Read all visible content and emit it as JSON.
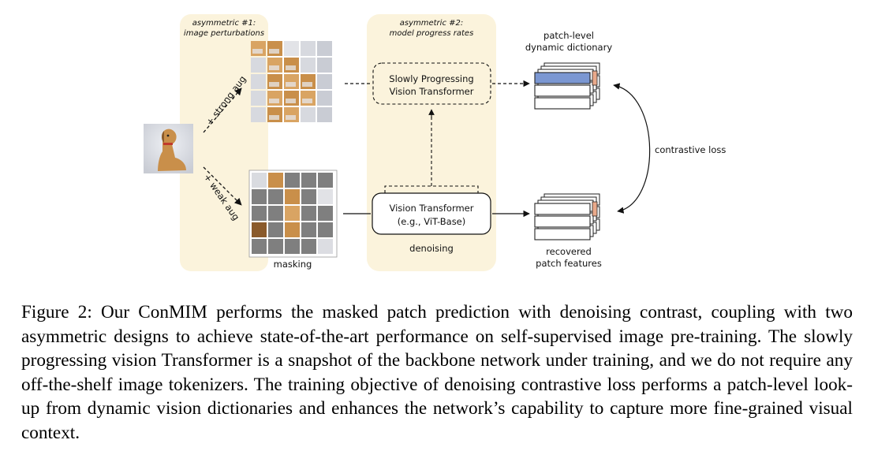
{
  "figure": {
    "panel1_label": [
      "asymmetric #1:",
      "image perturbations"
    ],
    "panel2_label": [
      "asymmetric #2:",
      "model progress rates"
    ],
    "strong_aug": "+ strong aug",
    "weak_aug": "+ weak aug",
    "masking": "masking",
    "slow_transformer": [
      "Slowly Progressing",
      "Vision Transformer"
    ],
    "vit": [
      "Vision Transformer",
      "(e.g., ViT-Base)"
    ],
    "denoising": "denoising",
    "dictionary": [
      "patch-level",
      "dynamic dictionary"
    ],
    "recovered": [
      "recovered",
      "patch features"
    ],
    "contrastive_loss": "contrastive loss",
    "colors": {
      "panel_bg": "#fbf3dc",
      "highlight_blue": "#7b97d2",
      "highlight_orange": "#e9a98a",
      "mask_gray": "#7f7f7f",
      "fur_tan": "#c98f4a"
    }
  },
  "caption": {
    "label": "Figure 2:",
    "text": "Our ConMIM performs the masked patch prediction with denoising contrast, coupling with two asymmetric designs to achieve state-of-the-art performance on self-supervised image pre-training. The slowly progressing vision Transformer is a snapshot of the backbone network under training, and we do not require any off-the-shelf image tokenizers. The training objective of denoising contrastive loss performs a patch-level look-up from dynamic vision dictionaries and enhances the network’s capability to capture more fine-grained visual context."
  }
}
